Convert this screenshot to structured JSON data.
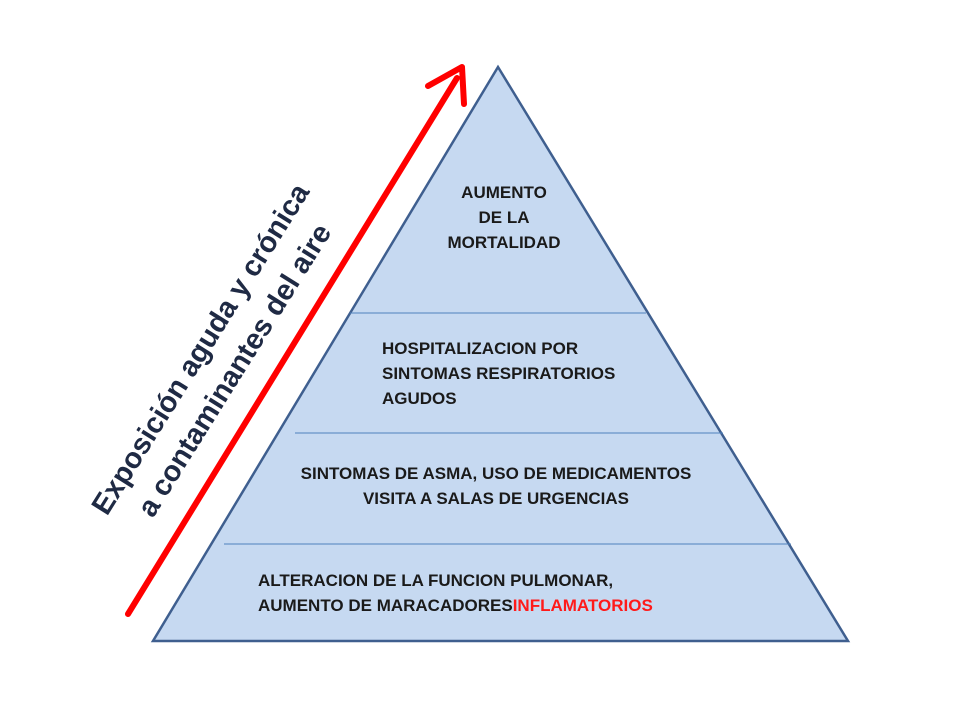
{
  "colors": {
    "pyramid_fill": "#c6d9f1",
    "pyramid_stroke": "#3f5f8f",
    "divider": "#4f81bd",
    "arrow": "#ff0000",
    "highlight_text": "#ff1a1a"
  },
  "axis_label": {
    "line1": "Exposición aguda y crónica",
    "line2": "a contaminantes del aire"
  },
  "levels": {
    "top": {
      "line1": "AUMENTO",
      "line2": "DE LA",
      "line3": "MORTALIDAD"
    },
    "second": {
      "line1": "HOSPITALIZACION POR",
      "line2": "SINTOMAS RESPIRATORIOS",
      "line3": "AGUDOS"
    },
    "third": {
      "line1": "SINTOMAS DE ASMA, USO DE MEDICAMENTOS",
      "line2": "VISITA A SALAS DE URGENCIAS"
    },
    "base": {
      "line1": "ALTERACION DE LA FUNCION PULMONAR,",
      "line2_prefix": "AUMENTO DE MARACADORES",
      "line2_highlight": "INFLAMATORIOS"
    }
  }
}
